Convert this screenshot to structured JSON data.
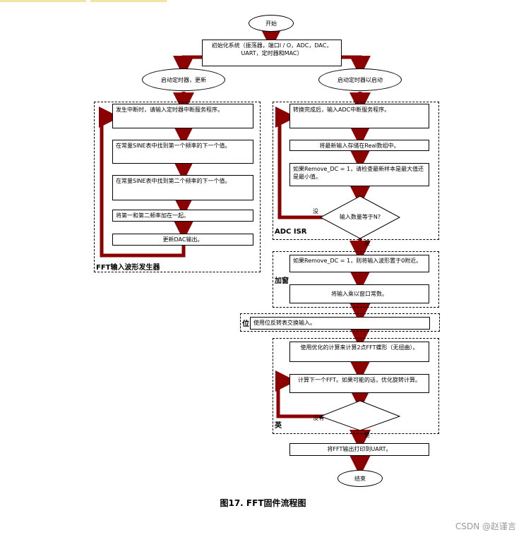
{
  "nodes": {
    "start": "开始",
    "init": "初始化系统（振荡器，端口I / O，ADC，DAC，UART，定时器和MAC）",
    "timer_update": "启动定时器，更新",
    "timer_start": "启动定时器以启动",
    "fft_gen_1": "发生中断时，请输入定时器中断服务程序。",
    "fft_gen_2": "在常量SINE表中找到第一个频率的下一个值。",
    "fft_gen_3": "在常量SINE表中找到第二个频率的下一个值。",
    "fft_gen_4": "将第一和第二频率加在一起。",
    "fft_gen_5": "更新DAC输出。",
    "adc_1": "转换完成后，输入ADC中断服务程序。",
    "adc_2": "将最新输入存储在Real数组中。",
    "adc_3": "如果Remove_DC = 1，请检查最新样本是最大值还是最小值。",
    "decision_n": "输入数量等于N?",
    "win_1": "如果Remove_DC = 1，则将输入波形置于0附近。",
    "win_2": "将输入乘以窗口常数。",
    "bitrev": "使用位反转表交换输入。",
    "fft_1": "使用优化的计算来计算2点FFT蝶形（无扭曲）。",
    "fft_2": "计算下一个FFT。如果可能的话，优化旋转计算。",
    "output": "将FFT输出打印到UART。",
    "end": "结束"
  },
  "labels": {
    "fft_gen_region": "FFT输入波形发生器",
    "adc_region": "ADC ISR",
    "window_region": "加窗",
    "bitrev_region": "位",
    "fft_region": "英",
    "no": "没",
    "yes": "是",
    "yes2": "是",
    "loop_no": "没有"
  },
  "caption": "图17. FFT固件流程图",
  "watermark": "CSDN @赵谨言",
  "colors": {
    "arrow": "#8b0000"
  }
}
